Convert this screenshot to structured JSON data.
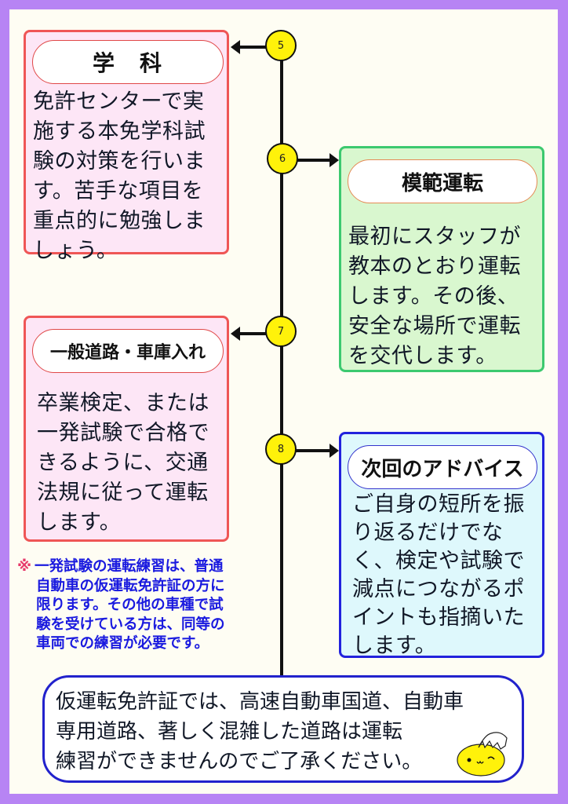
{
  "steps": [
    {
      "number": "5",
      "title": "学　科",
      "body": "免許センターで実\n施する本免学科試\n験の対策を行いま\nす。苦手な項目を\n重点的に勉強しま\nしょう。"
    },
    {
      "number": "6",
      "title": "模範運転",
      "body": "最初にスタッフが\n教本のとおり運転\nします。その後、\n安全な場所で運転\nを交代します。"
    },
    {
      "number": "7",
      "title": "一般道路・車庫入れ",
      "body": "卒業検定、または\n一発試験で合格で\nきるように、交通\n法規に従って運転\nします。"
    },
    {
      "number": "8",
      "title": "次回のアドバイス",
      "body": "ご自身の短所を振\nり返るだけでな\nく、検定や試験で\n減点につながるポ\nイントも指摘いた\nします。"
    }
  ],
  "note": {
    "mark": "※",
    "lines": [
      "一発試験の運転練習は、普通",
      "自動車の仮運転免許証の方に",
      "限ります。その他の車種で試",
      "験を受けている方は、同等の",
      "車両での練習が必要です。"
    ]
  },
  "footer": {
    "text": "仮運転免許証では、高速自動車国道、自動車\n専用道路、著しく混雑した道路は運転\n練習ができませんのでご了承ください。",
    "mascot": "chick-in-eggshell-icon"
  },
  "colors": {
    "frame": "#b784f4",
    "page": "#fefdf3",
    "pink_box": "#fde6f6",
    "pink_border": "#ef5656",
    "green_box": "#d9f7cf",
    "green_border": "#3cc96f",
    "blue_box": "#def8fc",
    "blue_border": "#2222dd",
    "node_fill": "#fff20a",
    "note_text": "#1a1adf"
  }
}
